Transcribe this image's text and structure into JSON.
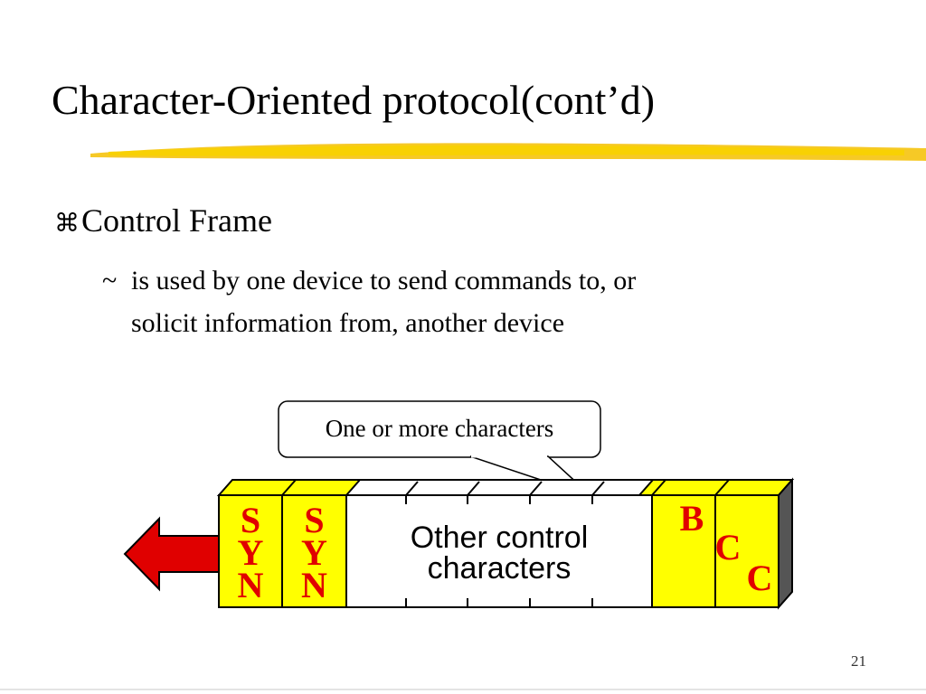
{
  "slide": {
    "title": "Character-Oriented protocol(cont’d)",
    "bullet_glyph": "⌘",
    "bullet": "Control Frame",
    "sub_marker": "~",
    "sub_line1": "is used by one device to send commands to, or",
    "sub_line2": "solicit information from, another device",
    "page_number": "21"
  },
  "diagram": {
    "callout": "One or more characters",
    "fields": [
      {
        "letters": [
          "S",
          "Y",
          "N"
        ]
      },
      {
        "letters": [
          "S",
          "Y",
          "N"
        ]
      },
      {
        "line1": "Other control",
        "line2": "characters"
      },
      {
        "letters": [
          "B",
          "C",
          "C"
        ]
      }
    ],
    "colors": {
      "field_fill": "#ffff00",
      "letter_color": "#e00000",
      "arrow_fill": "#e00000",
      "underline": "#f5c000"
    }
  }
}
